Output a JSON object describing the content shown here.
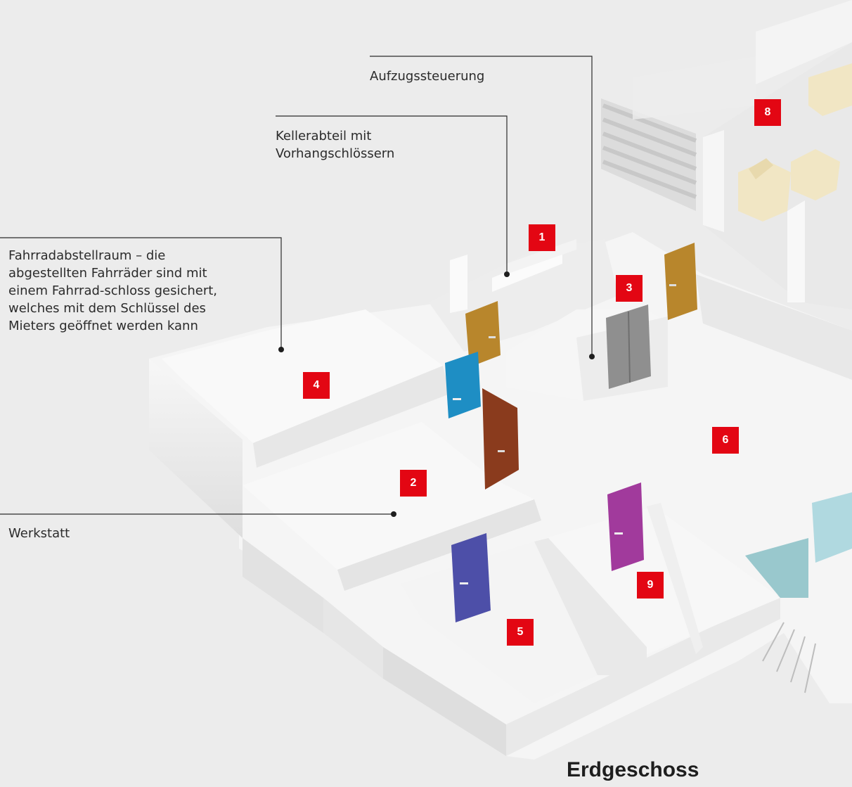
{
  "floor_title": "Erdgeschoss",
  "labels": {
    "aufzug": "Aufzugssteuerung",
    "keller": "Kellerabteil mit\nVorhangschlössern",
    "fahrrad": "Fahrradabstellraum – die\nabgestellten Fahrräder sind mit\neinem Fahrrad-schloss gesichert,\nwelches mit dem Schlüssel des\nMieters geöffnet werden kann",
    "werkstatt": "Werkstatt"
  },
  "badges": {
    "b1": "1",
    "b2": "2",
    "b3": "3",
    "b4": "4",
    "b5": "5",
    "b6": "6",
    "b8": "8",
    "b9": "9"
  },
  "colors": {
    "badge": "#e30613",
    "door_wood": "#b8862c",
    "door_blue": "#1e8ec4",
    "door_brown": "#8a3b1d",
    "door_purple": "#4d4fa8",
    "door_magenta": "#a13a9c",
    "elevator": "#8f8f8f"
  }
}
